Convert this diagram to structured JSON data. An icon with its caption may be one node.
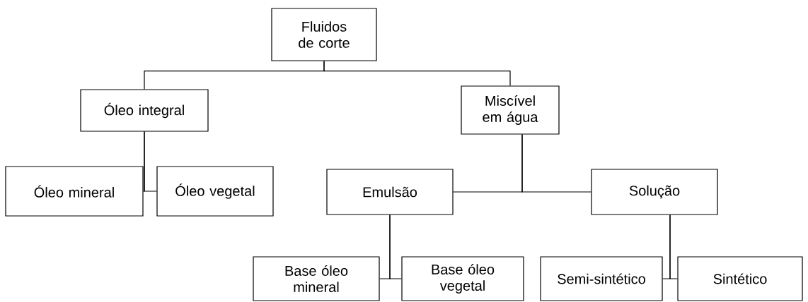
{
  "diagram": {
    "nodes": [
      {
        "text": [
          "Fluidos de corte"
        ]
      },
      {
        "text": [
          "Óleo integral"
        ]
      },
      {
        "text": [
          "Miscível em água"
        ]
      },
      {
        "text": [
          "Óleo mineral"
        ]
      },
      {
        "text": [
          "Óleo vegetal"
        ]
      },
      {
        "text": [
          "Emulsão"
        ]
      },
      {
        "text": [
          "Solução"
        ]
      },
      {
        "text": [
          "Base óleo mineral"
        ]
      },
      {
        "text": [
          "Base óleo vegetal"
        ]
      },
      {
        "text": [
          "Semi-sintético"
        ]
      },
      {
        "text": [
          "Sintético"
        ]
      }
    ],
    "edges": [
      {
        "from": 0,
        "to": 1,
        "arrow": "none"
      },
      {
        "from": 0,
        "to": 2,
        "arrow": "none"
      },
      {
        "from": 1,
        "to": 3,
        "arrow": "none"
      },
      {
        "from": 1,
        "to": 4,
        "arrow": "none"
      },
      {
        "from": 2,
        "to": 5,
        "arrow": "none"
      },
      {
        "from": 2,
        "to": 6,
        "arrow": "none"
      },
      {
        "from": 5,
        "to": 7,
        "arrow": "none"
      },
      {
        "from": 5,
        "to": 8,
        "arrow": "none"
      },
      {
        "from": 6,
        "to": 9,
        "arrow": "none"
      },
      {
        "from": 6,
        "to": 10,
        "arrow": "none"
      }
    ]
  }
}
